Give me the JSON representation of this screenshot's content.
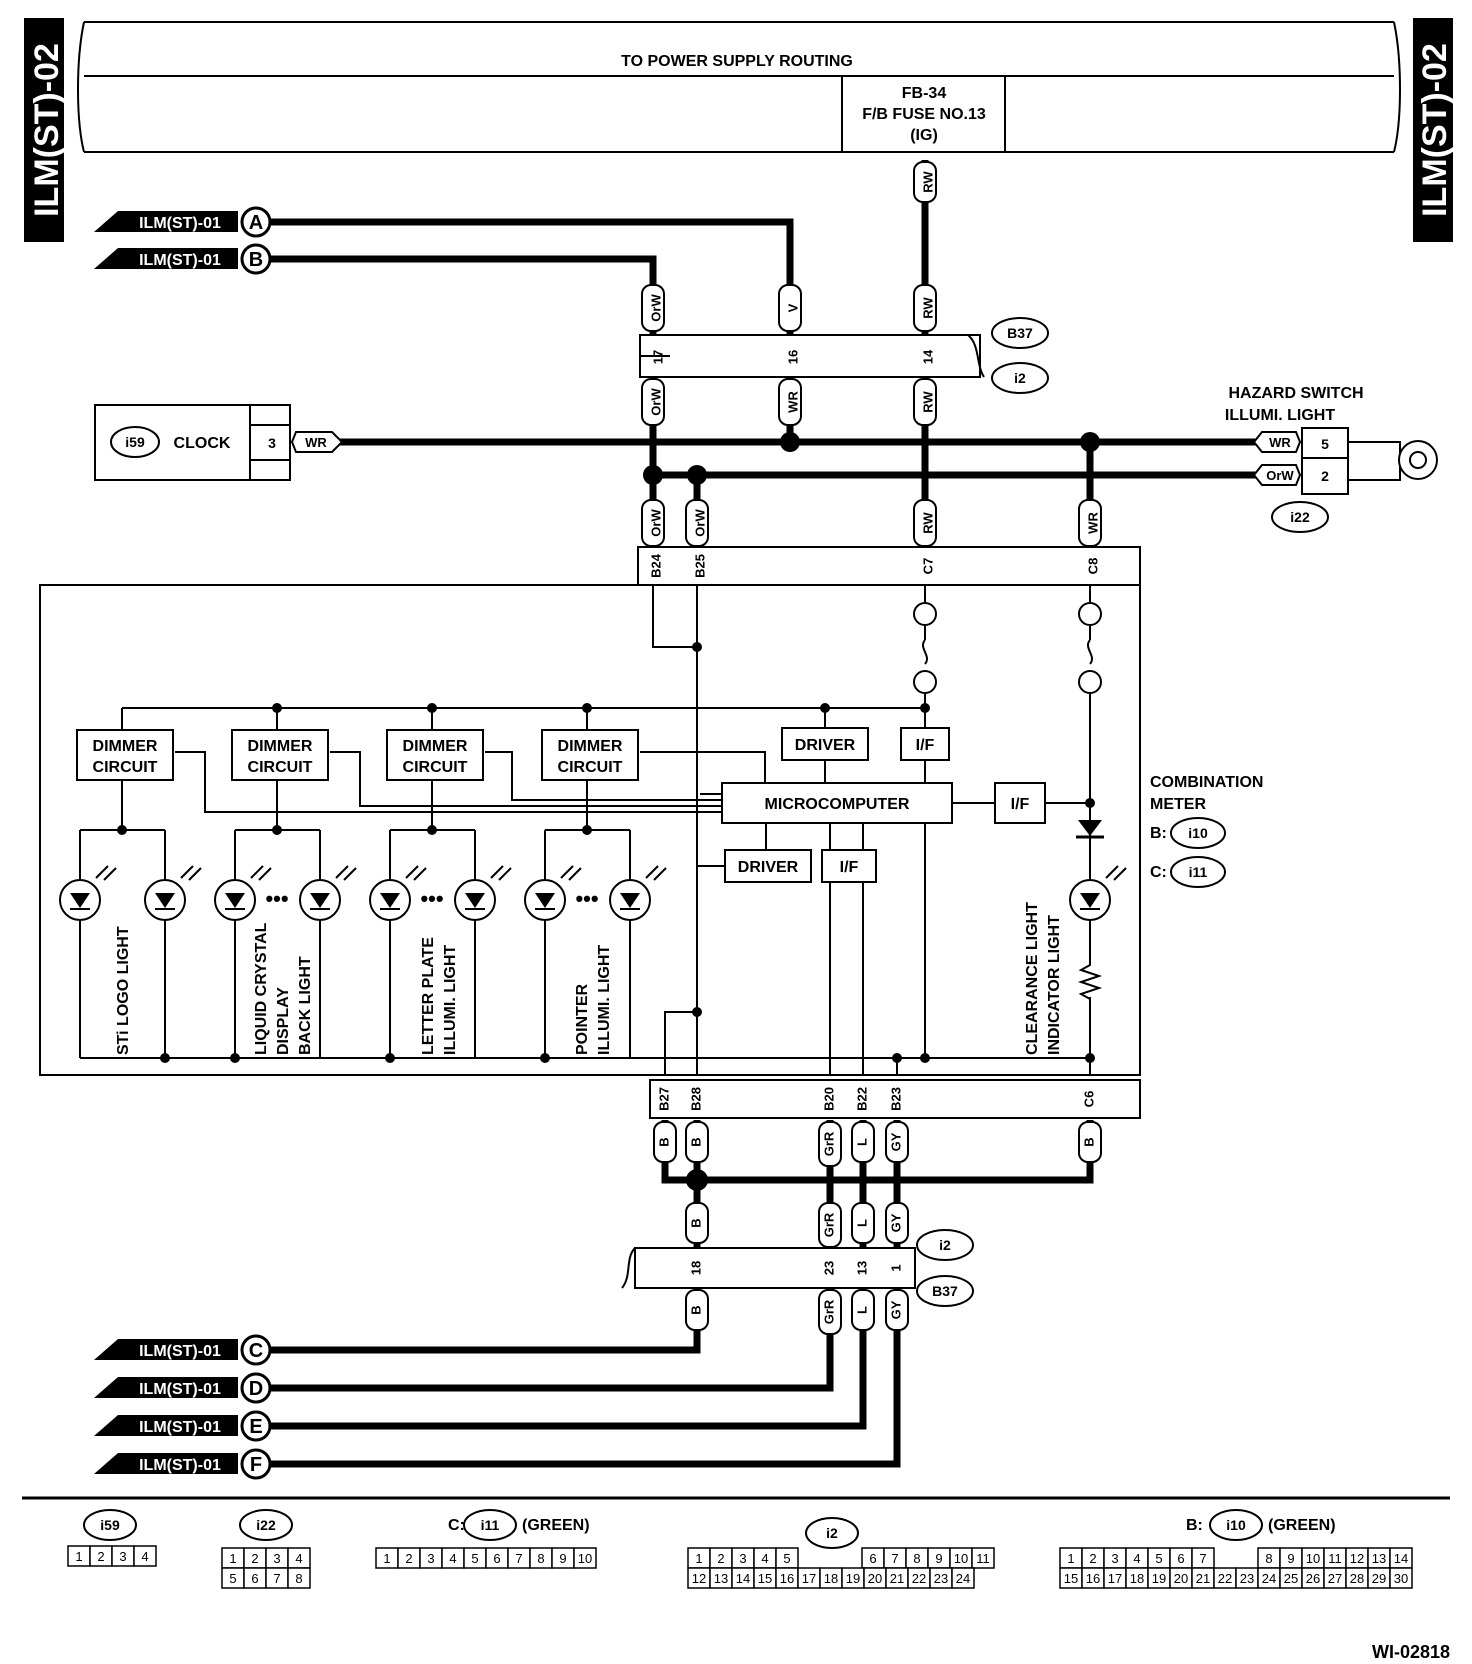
{
  "page": {
    "side_label": "ILM(ST)-02",
    "figure_code": "WI-02818"
  },
  "power": {
    "routing_label": "TO POWER SUPPLY ROUTING",
    "fuse_line1": "FB-34",
    "fuse_line2": "F/B FUSE NO.13",
    "fuse_line3": "(IG)"
  },
  "refs": {
    "label": "ILM(ST)-01",
    "letters": [
      "A",
      "B",
      "C",
      "D",
      "E",
      "F"
    ]
  },
  "connectors": {
    "b37": "B37",
    "i2": "i2",
    "i59": "i59",
    "i22": "i22",
    "i10": "i10",
    "i11": "i11"
  },
  "pins_top": [
    "17",
    "16",
    "14"
  ],
  "pins_bottom": [
    "18",
    "23",
    "13",
    "1"
  ],
  "meter_pins_top": [
    "B24",
    "B25",
    "C7",
    "C8"
  ],
  "meter_pins_bottom": [
    "B27",
    "B28",
    "B20",
    "B22",
    "B23",
    "C6"
  ],
  "wire_colors": {
    "rw": "RW",
    "orw": "OrW",
    "v": "V",
    "wr": "WR",
    "b": "B",
    "grr": "GrR",
    "l": "L",
    "gy": "GY"
  },
  "clock": {
    "label": "CLOCK",
    "pin": "3"
  },
  "hazard": {
    "line1": "HAZARD SWITCH",
    "line2": "ILLUMI. LIGHT",
    "pin_a": "5",
    "pin_b": "2"
  },
  "meter": {
    "line1": "COMBINATION",
    "line2": "METER",
    "b_prefix": "B:",
    "c_prefix": "C:"
  },
  "blocks": {
    "dimmer1": "DIMMER",
    "dimmer2": "CIRCUIT",
    "driver": "DRIVER",
    "iface": "I/F",
    "micro": "MICROCOMPUTER"
  },
  "lights": {
    "sti": "STi LOGO LIGHT",
    "lcd1": "LIQUID CRYSTAL",
    "lcd2": "DISPLAY",
    "lcd3": "BACK LIGHT",
    "letter1": "LETTER PLATE",
    "letter2": "ILLUMI. LIGHT",
    "pointer1": "POINTER",
    "pointer2": "ILLUMI. LIGHT",
    "clear1": "CLEARANCE LIGHT",
    "clear2": "INDICATOR LIGHT"
  },
  "legend": {
    "green": "(GREEN)",
    "c_prefix": "C:",
    "b_prefix": "B:",
    "i59_pins": [
      "1",
      "2",
      "3",
      "4"
    ],
    "i22_pins": [
      "1",
      "2",
      "3",
      "4",
      "5",
      "6",
      "7",
      "8"
    ],
    "i11_pins": [
      "1",
      "2",
      "3",
      "4",
      "5",
      "6",
      "7",
      "8",
      "9",
      "10"
    ],
    "i2_top": [
      "1",
      "2",
      "3",
      "4",
      "5",
      "6",
      "7",
      "8",
      "9",
      "10",
      "11"
    ],
    "i2_bottom": [
      "12",
      "13",
      "14",
      "15",
      "16",
      "17",
      "18",
      "19",
      "20",
      "21",
      "22",
      "23",
      "24"
    ],
    "i10_top": [
      "1",
      "2",
      "3",
      "4",
      "5",
      "6",
      "7",
      "8",
      "9",
      "10",
      "11",
      "12",
      "13",
      "14"
    ],
    "i10_bottom": [
      "15",
      "16",
      "17",
      "18",
      "19",
      "20",
      "21",
      "22",
      "23",
      "24",
      "25",
      "26",
      "27",
      "28",
      "29",
      "30"
    ]
  }
}
